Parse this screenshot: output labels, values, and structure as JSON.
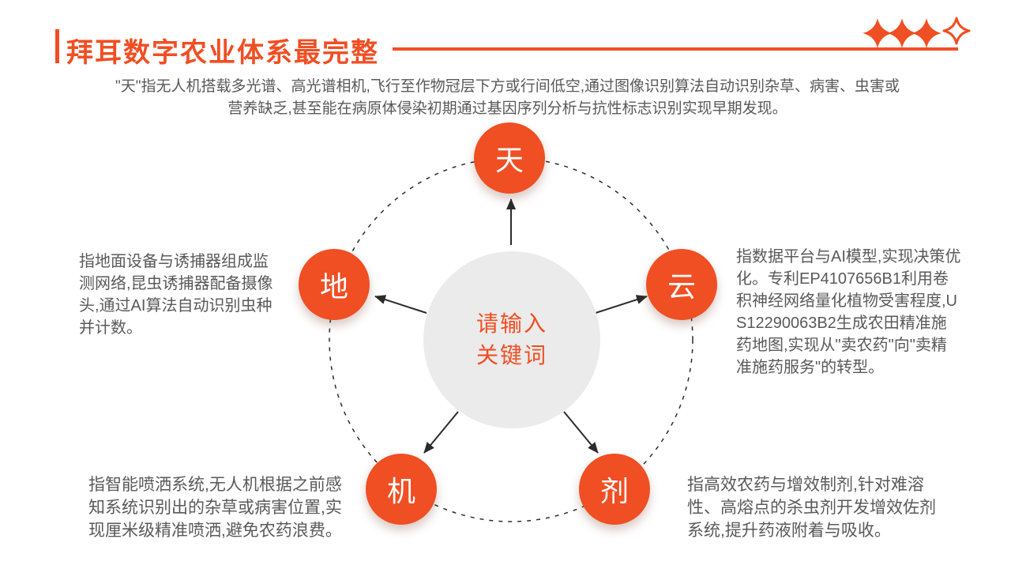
{
  "colors": {
    "accent": "#F04E23",
    "center_fill": "#EBEBEB",
    "text": "#595959",
    "arrow": "#2B2B2B"
  },
  "header": {
    "title": "拜耳数字农业体系最完整"
  },
  "diagram": {
    "center": {
      "line1": "请输入",
      "line2": "关键词"
    },
    "nodes": [
      {
        "id": "tian",
        "label": "天",
        "description": "\"天\"指无人机搭载多光谱、高光谱相机,飞行至作物冠层下方或行间低空,通过图像识别算法自动识别杂草、病害、虫害或营养缺乏,甚至能在病原体侵染初期通过基因序列分析与抗性标志识别实现早期发现。"
      },
      {
        "id": "di",
        "label": "地",
        "description": "指地面设备与诱捕器组成监测网络,昆虫诱捕器配备摄像头,通过AI算法自动识别虫种并计数。"
      },
      {
        "id": "yun",
        "label": "云",
        "description": "指数据平台与AI模型,实现决策优化。专利EP4107656B1利用卷积神经网络量化植物受害程度,US12290063B2生成农田精准施药地图,实现从\"卖农药\"向\"卖精准施药服务\"的转型。"
      },
      {
        "id": "ji",
        "label": "机",
        "description": "指智能喷洒系统,无人机根据之前感知系统识别出的杂草或病害位置,实现厘米级精准喷洒,避免农药浪费。"
      },
      {
        "id": "jiji",
        "label": "剂",
        "description": "指高效农药与增效制剂,针对难溶性、高熔点的杀虫剂开发增效佐剂系统,提升药液附着与吸收。"
      }
    ]
  }
}
